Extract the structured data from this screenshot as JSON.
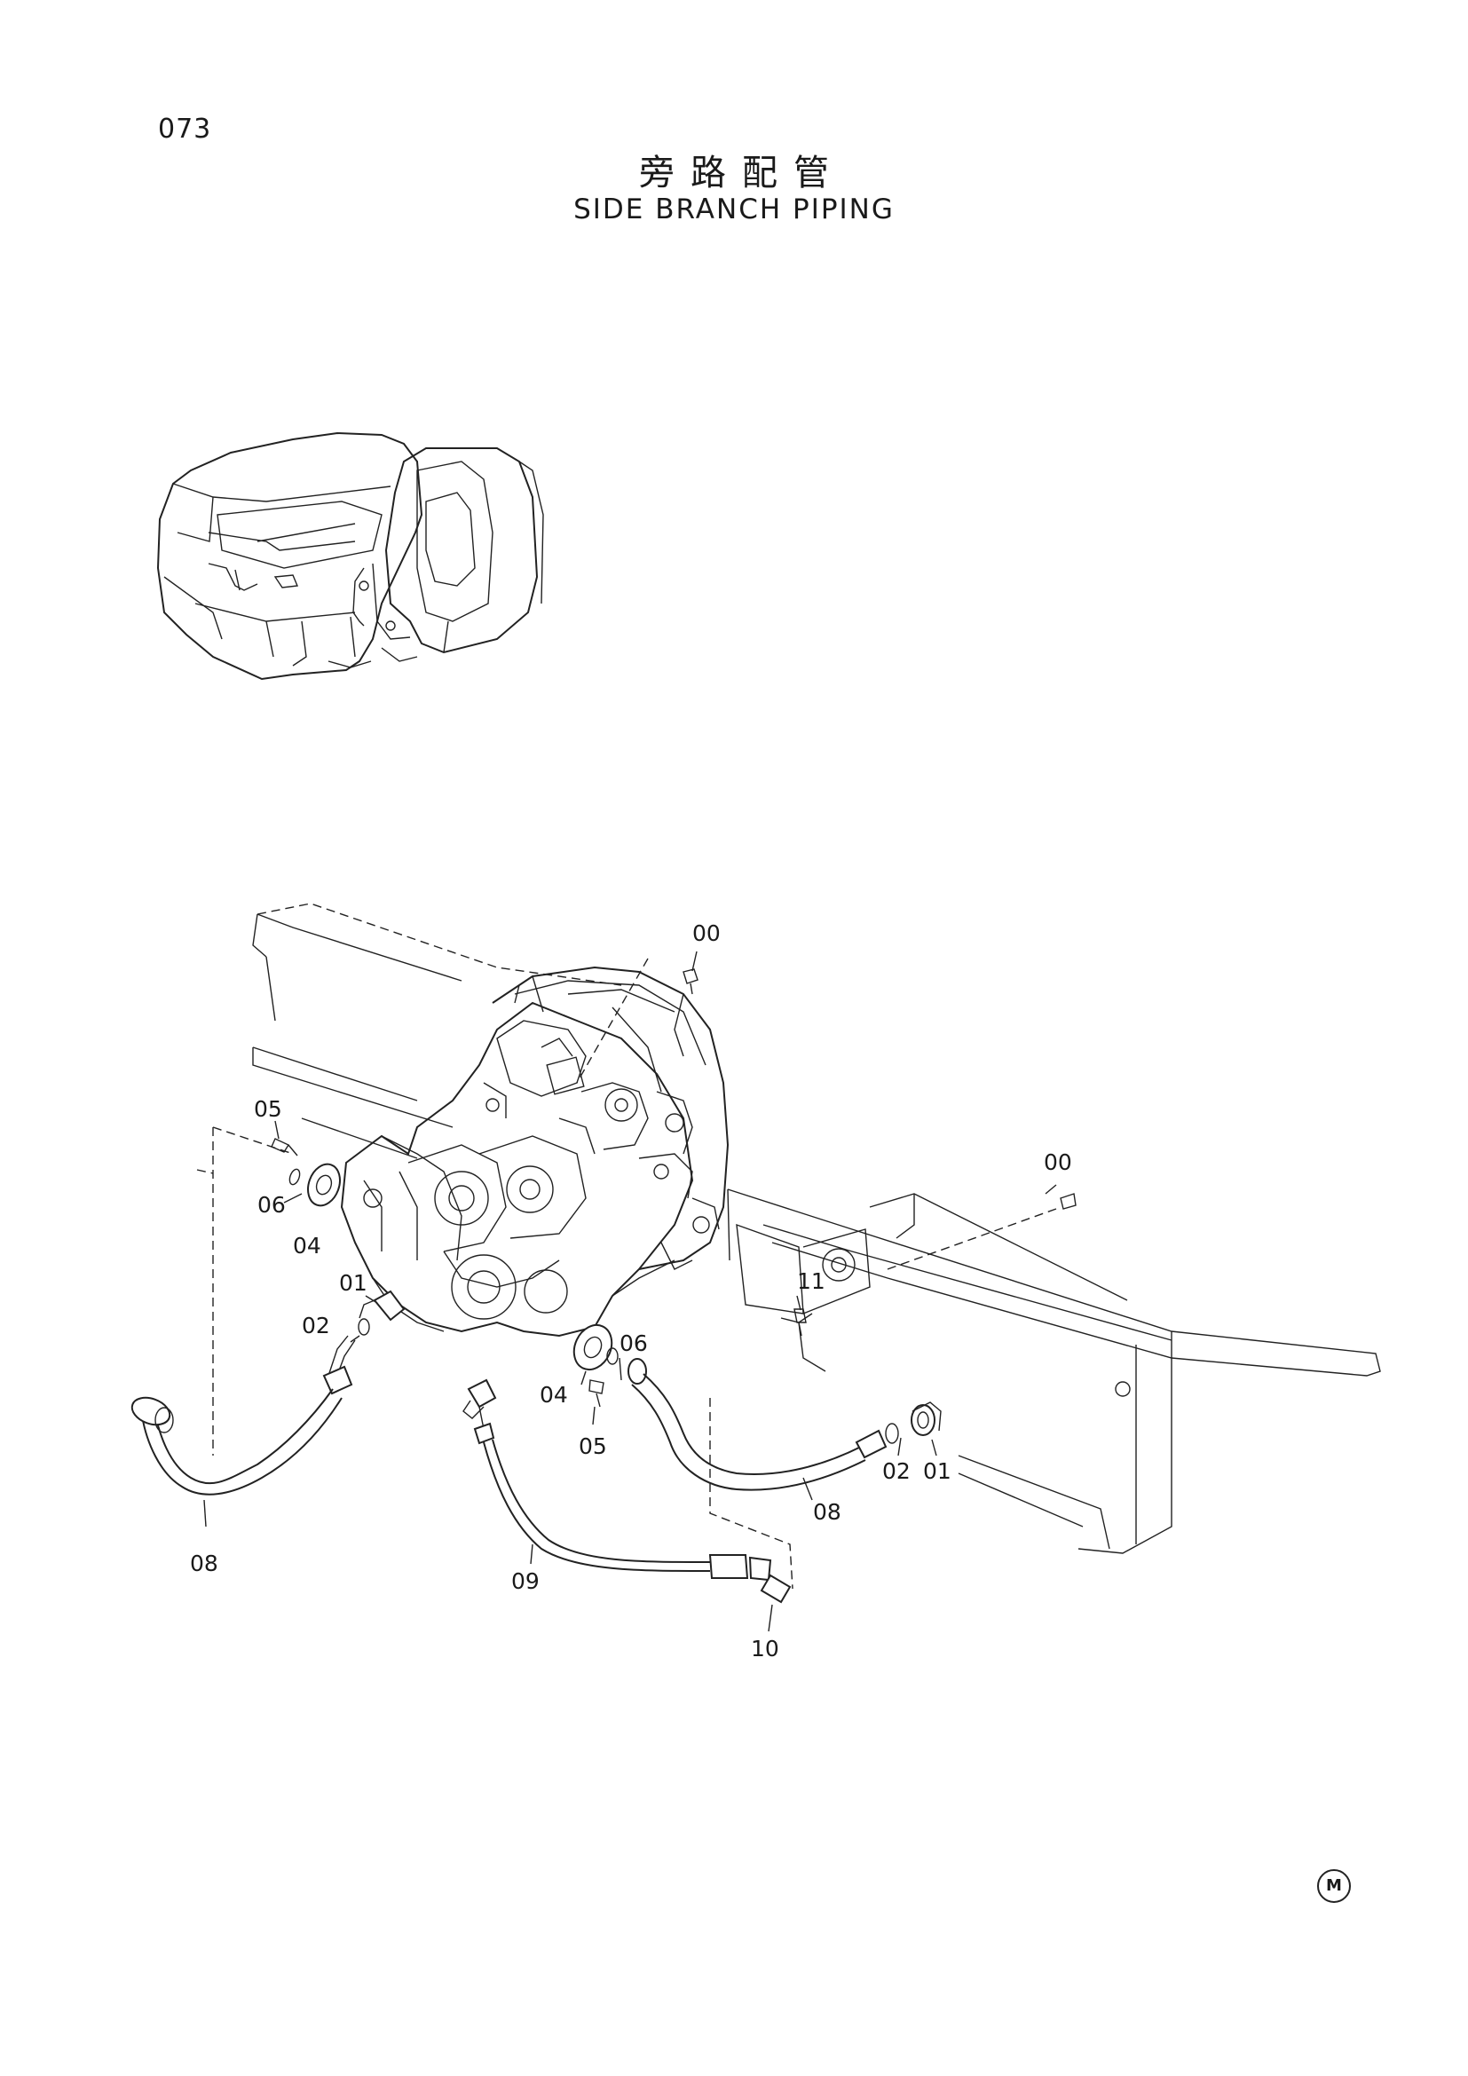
{
  "header": {
    "page_number": "073",
    "title_cn": "旁路配管",
    "title_en": "SIDE BRANCH PIPING"
  },
  "callouts": {
    "c00a": "00",
    "c00b": "00",
    "c05a": "05",
    "c06a": "06",
    "c04a": "04",
    "c01a": "01",
    "c02a": "02",
    "c08a": "08",
    "c06b": "06",
    "c04b": "04",
    "c05b": "05",
    "c11": "11",
    "c02b": "02",
    "c01b": "01",
    "c08b": "08",
    "c09": "09",
    "c10": "10"
  },
  "footer": {
    "mark": "M"
  }
}
